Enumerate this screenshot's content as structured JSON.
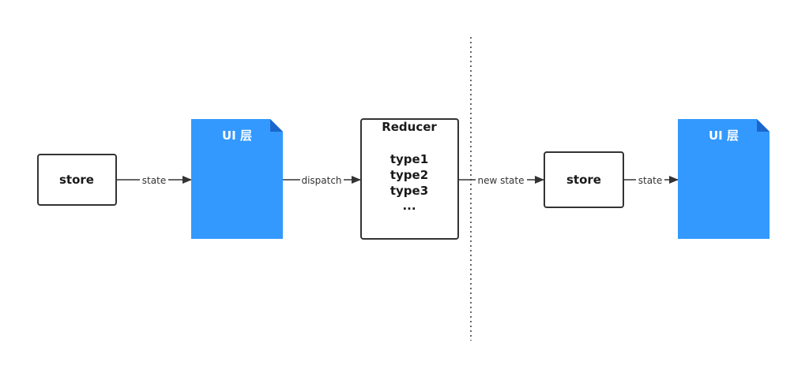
{
  "nodes": {
    "store_left": {
      "label": "store"
    },
    "ui_layer_left": {
      "label": "UI 层"
    },
    "reducer": {
      "title": "Reducer",
      "lines": [
        "type1",
        "type2",
        "type3",
        "..."
      ]
    },
    "store_right": {
      "label": "store"
    },
    "ui_layer_right": {
      "label": "UI 层"
    }
  },
  "edges": {
    "store_to_ui_left": {
      "label": "state"
    },
    "ui_to_reducer": {
      "label": "dispatch"
    },
    "reducer_to_store": {
      "label": "new state"
    },
    "store_to_ui_right": {
      "label": "state"
    }
  },
  "colors": {
    "document_fill": "#3399ff",
    "document_fold": "#1a66cc",
    "box_stroke": "#333333",
    "arrow": "#333333"
  }
}
